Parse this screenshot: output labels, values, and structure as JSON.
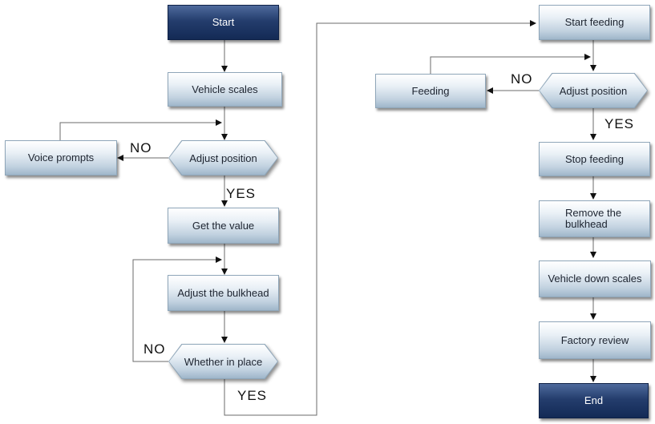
{
  "nodes": {
    "start": "Start",
    "vehicle_scales": "Vehicle scales",
    "adjust_position_1": "Adjust position",
    "voice_prompts": "Voice prompts",
    "get_value": "Get the value",
    "adjust_bulkhead": "Adjust the bulkhead",
    "whether_in_place": "Whether in place",
    "start_feeding": "Start feeding",
    "adjust_position_2": "Adjust position",
    "feeding": "Feeding",
    "stop_feeding": "Stop feeding",
    "remove_bulkhead": "Remove the bulkhead",
    "vehicle_down_scales": "Vehicle down scales",
    "factory_review": "Factory review",
    "end": "End"
  },
  "labels": {
    "no_1": "NO",
    "yes_1": "YES",
    "no_2": "NO",
    "yes_2": "YES",
    "no_3": "NO",
    "yes_3": "YES"
  },
  "colors": {
    "terminal_fill": "#132a55",
    "process_fill": "#c2d2e0",
    "line": "#555555"
  }
}
